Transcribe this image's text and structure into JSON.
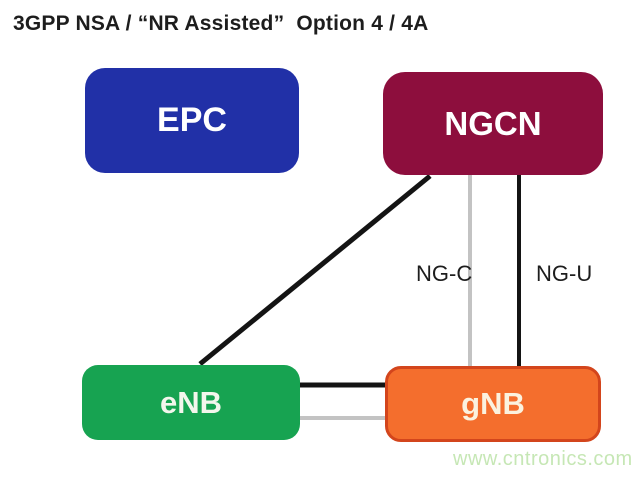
{
  "title": "3GPP NSA / “NR Assisted”  Option 4 / 4A",
  "watermark": "www.cntronics.com",
  "colors": {
    "epc_fill": "#2130a7",
    "ngcn_fill": "#8d0e3d",
    "enb_fill": "#17a351",
    "gnb_fill": "#f46e2d",
    "gnb_border": "#d3451c",
    "link_black": "#141414",
    "link_gray": "#c3c3c3",
    "text_dark": "#1d1d1d",
    "watermark_green": "#c6e7b5"
  },
  "nodes": [
    {
      "id": "epc",
      "label": "EPC"
    },
    {
      "id": "ngcn",
      "label": "NGCN"
    },
    {
      "id": "enb",
      "label": "eNB"
    },
    {
      "id": "gnb",
      "label": "gNB"
    }
  ],
  "links": [
    {
      "from": "NGCN",
      "to": "eNB",
      "style": "solid-black",
      "label": ""
    },
    {
      "from": "NGCN",
      "to": "gNB",
      "style": "solid-gray",
      "label": "NG-C"
    },
    {
      "from": "NGCN",
      "to": "gNB",
      "style": "solid-black",
      "label": "NG-U"
    },
    {
      "from": "eNB",
      "to": "gNB",
      "style": "solid-black",
      "label": ""
    },
    {
      "from": "eNB",
      "to": "gNB",
      "style": "solid-gray",
      "label": ""
    }
  ]
}
